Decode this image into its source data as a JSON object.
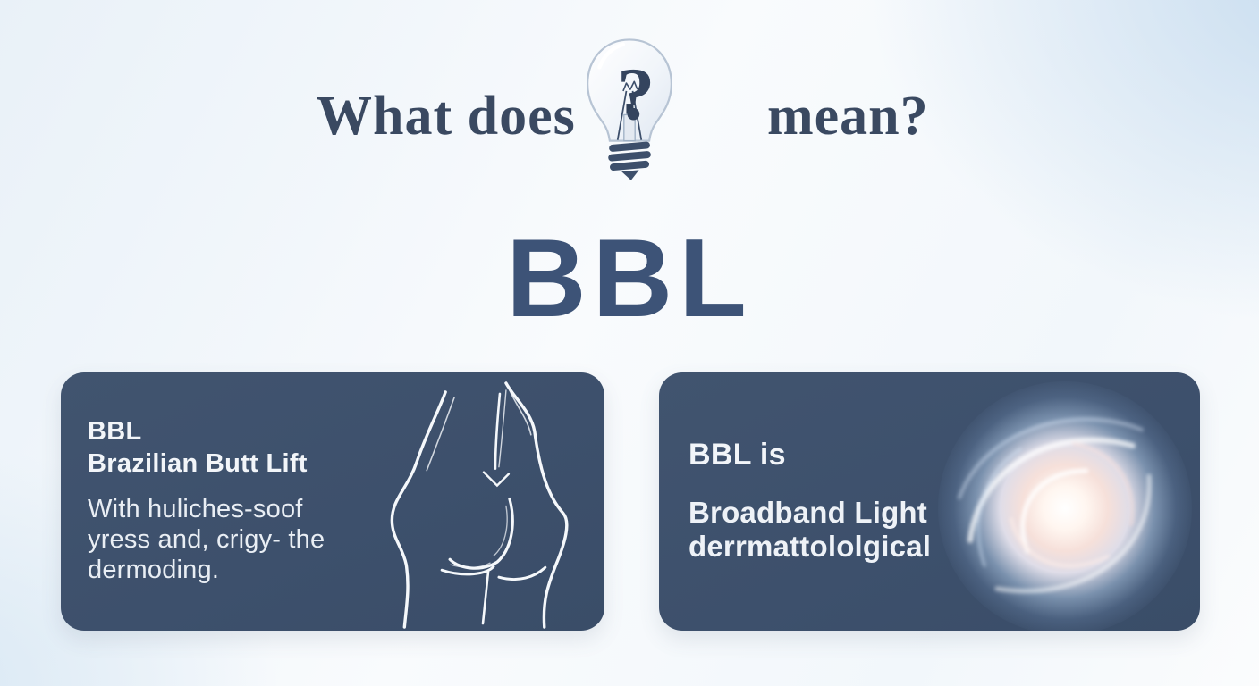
{
  "title": {
    "prefix": "What does",
    "suffix": "mean?",
    "icon": "lightbulb-with-question-mark"
  },
  "headline": {
    "text": "BBL"
  },
  "cards": [
    {
      "id": "brazilian-butt-lift",
      "heading_lines": [
        "BBL",
        "Brazilian Butt Lift"
      ],
      "body_lines": [
        "With huliches-soof",
        "yress and, crigy- the",
        "dermoding."
      ],
      "illustration": "body-silhouette-line-art"
    },
    {
      "id": "broadband-light",
      "heading": "BBL is",
      "body_lines": [
        "Broadband Light",
        "derrmattololgical"
      ],
      "illustration": "glowing-light-swirl"
    }
  ],
  "colors": {
    "title_text": "#3a4961",
    "headline_text": "#3d5377",
    "card_background": "#3e526e",
    "card_text": "#f2f5f9",
    "page_background_top_right": "#c7dcef",
    "page_background_base": "#f5f9fc",
    "bulb_base": "#3d4f6b"
  }
}
